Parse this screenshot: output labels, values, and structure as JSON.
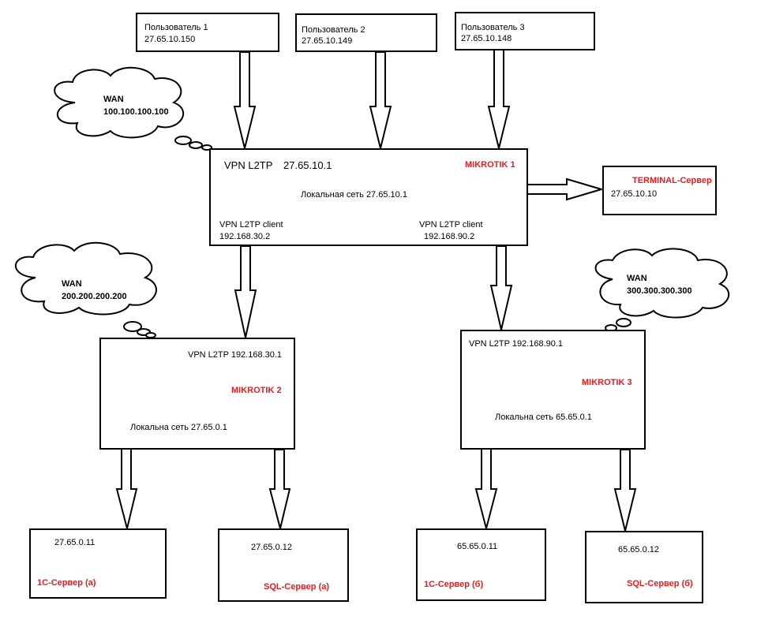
{
  "users": [
    {
      "name": "Пользователь 1",
      "ip": "27.65.10.150"
    },
    {
      "name": "Пользователь 2",
      "ip": "27.65.10.149"
    },
    {
      "name": "Пользователь 3",
      "ip": "27.65.10.148"
    }
  ],
  "mikrotik1": {
    "vpn_label": "VPN L2TP",
    "vpn_ip": "27.65.10.1",
    "name": "MIKROTIK 1",
    "lan": "Локальная сеть  27.65.10.1",
    "client1_label": "VPN L2TP client",
    "client1_ip": "192.168.30.2",
    "client2_label": "VPN L2TP client",
    "client2_ip": "192.168.90.2"
  },
  "terminal": {
    "name": "TERMINAL-Сервер",
    "ip": "27.65.10.10"
  },
  "mikrotik2": {
    "vpn": "VPN L2TP 192.168.30.1",
    "name": "MIKROTIK 2",
    "lan": "Локальна сеть    27.65.0.1"
  },
  "mikrotik3": {
    "vpn": "VPN L2TP 192.168.90.1",
    "name": "MIKROTIK 3",
    "lan": "Локальна сеть    65.65.0.1"
  },
  "wan": [
    {
      "label": "WAN",
      "ip": "100.100.100.100"
    },
    {
      "label": "WAN",
      "ip": "200.200.200.200"
    },
    {
      "label": "WAN",
      "ip": "300.300.300.300"
    }
  ],
  "servers": [
    {
      "ip": "27.65.0.11",
      "name": "1С-Сервер (а)"
    },
    {
      "ip": "27.65.0.12",
      "name": "SQL-Сервер (а)"
    },
    {
      "ip": "65.65.0.11",
      "name": "1С-Сервер (б)"
    },
    {
      "ip": "65.65.0.12",
      "name": "SQL-Сервер (б)"
    }
  ],
  "colors": {
    "accent": "#e02020",
    "line": "#000000"
  }
}
